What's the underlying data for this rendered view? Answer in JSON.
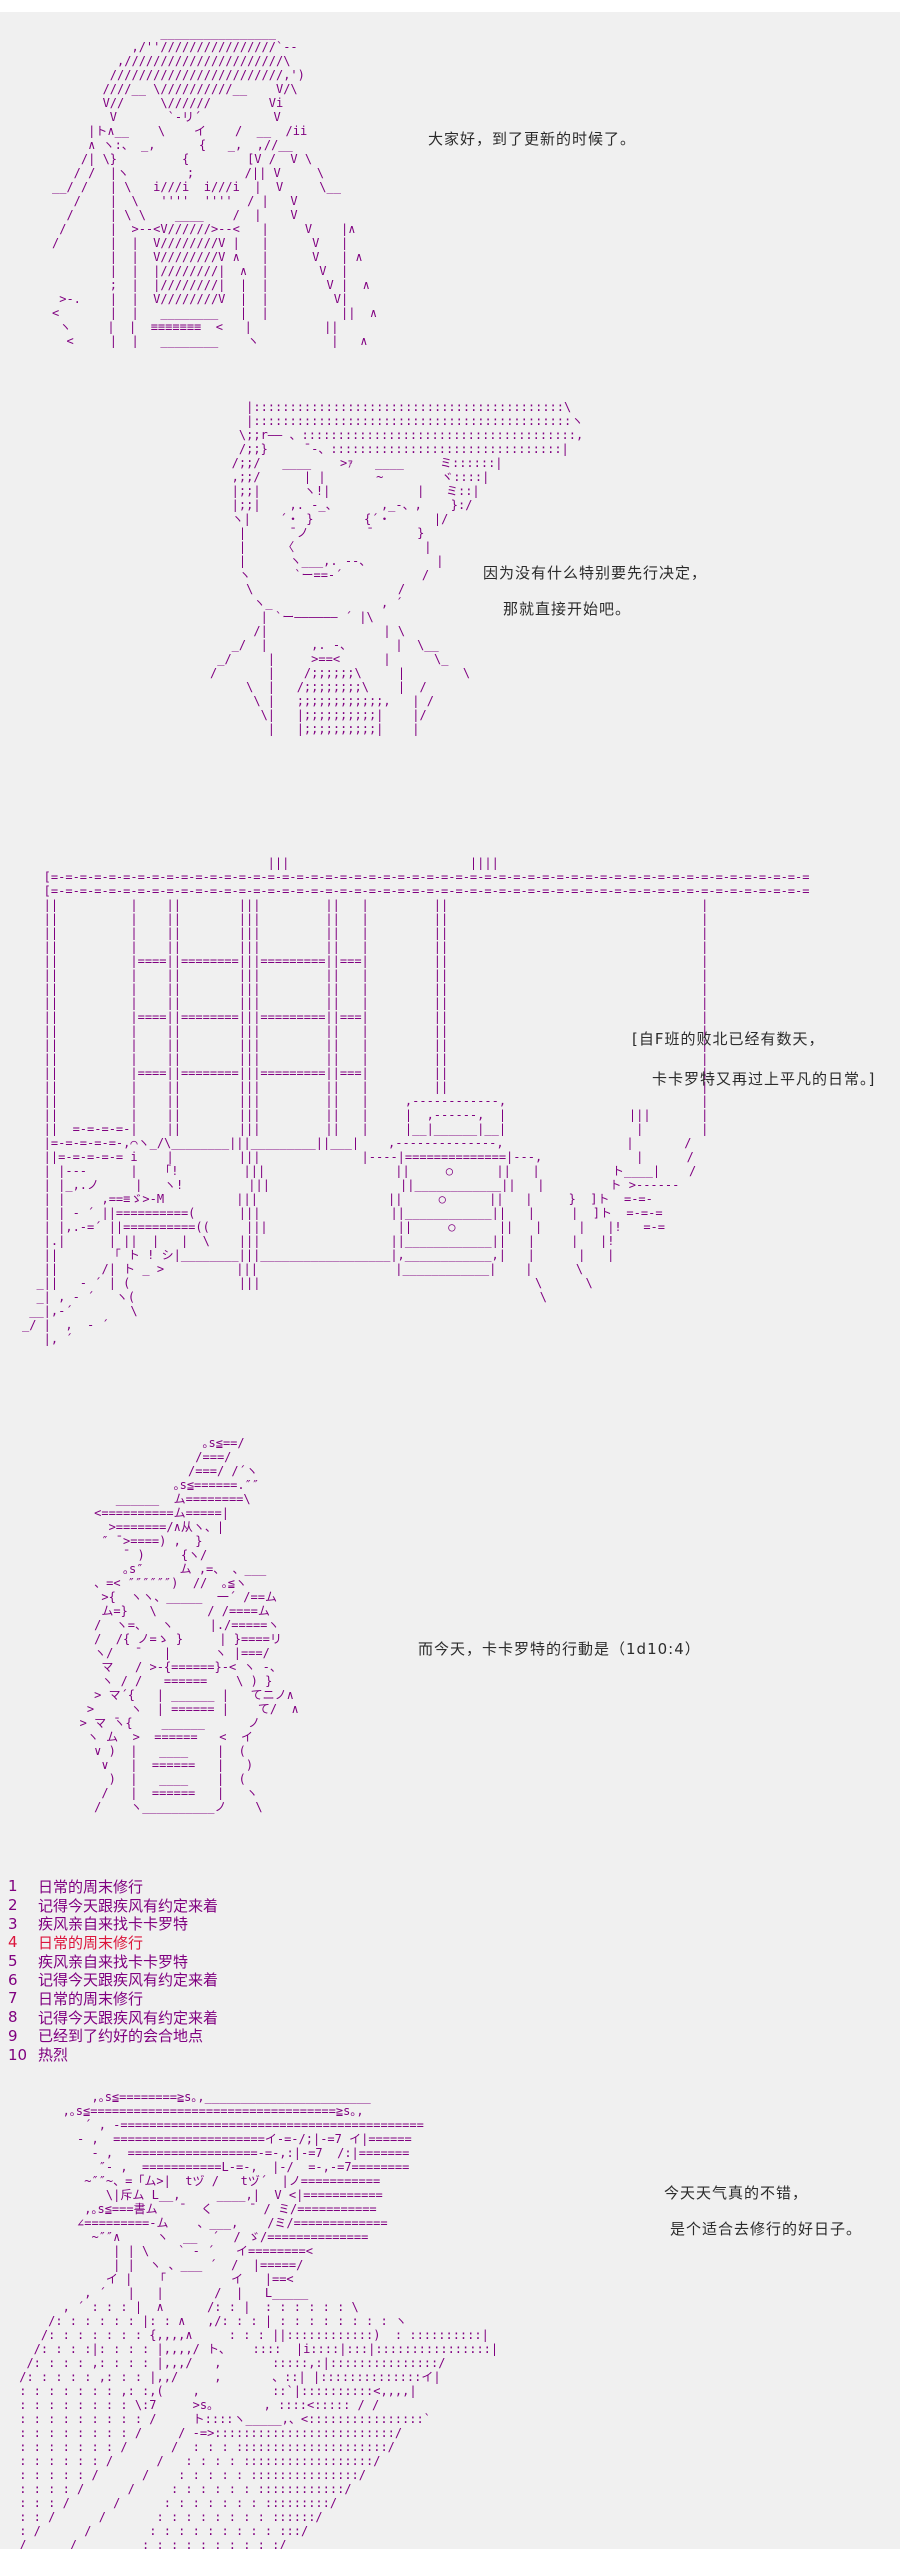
{
  "page": {
    "bg_color": "#f0f0f0",
    "top_strip_color": "#ffffff",
    "aa_color": "#800080",
    "dialogue_color": "#2b2b2b",
    "list_color": "#800080",
    "highlight_color": "#dc143c"
  },
  "dialogues": {
    "narrator_greeting": "大家好，到了更新的时候了。",
    "decision_line1": "因为没有什么特别要先行决定，",
    "decision_line2": "那就直接开始吧。",
    "narration_line1": "[自F班的败北已经有数天，",
    "narration_line2": "卡卡罗特又再过上平凡的日常。]",
    "dice_prompt": "而今天，卡卡罗特的行動是（1d10:4）",
    "weather_line1": "今天天气真的不错，",
    "weather_line2": "是个适合去修行的好日子。"
  },
  "dice_list": {
    "items": [
      {
        "num": "1",
        "label": "日常的周末修行",
        "highlight": false
      },
      {
        "num": "2",
        "label": "记得今天跟疾风有约定来着",
        "highlight": false
      },
      {
        "num": "3",
        "label": "疾风亲自来找卡卡罗特",
        "highlight": false
      },
      {
        "num": "4",
        "label": "日常的周末修行",
        "highlight": true
      },
      {
        "num": "5",
        "label": "疾风亲自来找卡卡罗特",
        "highlight": false
      },
      {
        "num": "6",
        "label": "记得今天跟疾风有约定来着",
        "highlight": false
      },
      {
        "num": "7",
        "label": "日常的周末修行",
        "highlight": false
      },
      {
        "num": "8",
        "label": "记得今天跟疾风有约定来着",
        "highlight": false
      },
      {
        "num": "9",
        "label": "已经到了约好的会合地点",
        "highlight": false
      },
      {
        "num": "10",
        "label": "热烈",
        "highlight": false
      }
    ]
  },
  "ascii_art": {
    "figure1": "               ________________\n           ,/''////////////////`--\n         ,//////////////////////\\\n        ////////////////////////,')\n       ////__ \\//////////__    V/\\\n       V//     \\//////        Vi\n        V       `-リ´          V\n     |ト∧__    \\    イ    /  __  /ii\n     ∧ ヽ:、 _,      {   _,  ,//__\n    /| \\}         {        [V /  V \\\n   / /  |ヽ        ;       /|| V     \\\n__/ /   | \\   i///i  i///i  |  V     \\__\n   /    |  \\   ''''  ''''  / |   V\n  /     | \\ \\    ____    /  |    V\n /      |  >--<V//////>--<   |     V    |∧\n/       |  |  V////////V |   |      V   |\n        |  |  V////////V ∧   |      V   | ∧\n        |  |  |////////|  ∧  |       V  |\n        ;  |  |////////|  |  |        V |  ∧\n >-.    |  |  V////////V  |  |         V|\n<       |  |   ________   |  |          ||  ∧\n ヽ     |  |  ≡≡≡≡≡≡≡  <   |          ||\n  <     |  |   ________    ヽ          |   ∧",
    "figure2": "     |:::::::::::::::::::::::::::::::::::::::::::\\\n     |::::::::::::::::::::::::::::::::::::::::::::ヽ\n    \\;;r―― 、::::::::::::::::::::::::::::::::::::::,\n    /;;}     ̄ ‐、::::::::::::::::::::::::::::::::|\n   /;;/   ____    >ｧ   ____     ミ::::::|\n   ,;;/      | |       ~        ヾ::::|\n   |;;|      ヽ!|            |   ミ::|\n   |;;|    ,. -_、      ,_-、,    }:/\n   ヽ|    ´・ }       {´・      |/\n    |      ̄ ノ        ̄       }\n    |     〈                  |\n    |      ヽ___,. -‐、         |\n    ヽ      `ー==‐´           /\n     \\                    /\n      ヽ_               , ´\n       | `ー―――――― ´ |\\\n      /|                | \\\n   _/  |      ,. -、      |  \\__\n _/     |     >==<      |      \\_\n/       |    /;;;;;;\\     |        \\\n     \\  |   /;;;;;;;;\\    |  /\n      \\ |   ;;;;;;;;;;;;,   | /\n       \\|   |;;;;;;;;;;|    |/\n        |   |;;;;;;;;;;|    |",
    "room": "                                  |||                         ||||\n   [=-=-=-=-=-=-=-=-=-=-=-=-=-=-=-=-=-=-=-=-=-=-=-=-=-=-=-=-=-=-=-=-=-=-=-=-=-=-=-=-=-=-=-=-=-=-=-=-=-=-=-=-=\n   [=-=-=-=-=-=-=-=-=-=-=-=-=-=-=-=-=-=-=-=-=-=-=-=-=-=-=-=-=-=-=-=-=-=-=-=-=-=-=-=-=-=-=-=-=-=-=-=-=-=-=-=-=\n   ||          |    ||        |||         ||   |         ||                                   |\n   ||          |    ||        |||         ||   |         ||                                   |\n   ||          |    ||        |||         ||   |         ||                                   |\n   ||          |    ||        |||         ||   |         ||                                   |\n   ||          |====||========|||=========||===|         ||                                   |\n   ||          |    ||        |||         ||   |         ||                                   |\n   ||          |    ||        |||         ||   |         ||                                   |\n   ||          |    ||        |||         ||   |         ||                                   |\n   ||          |====||========|||=========||===|         ||                                   |\n   ||          |    ||        |||         ||   |         ||                                   |\n   ||          |    ||        |||         ||   |         ||                                   |\n   ||          |    ||        |||         ||   |         ||                                   |\n   ||          |====||========|||=========||===|         ||                                   |\n   ||          |    ||        |||         ||   |         ||                                   |\n   ||          |    ||        |||         ||   |     ,------------,                           |\n   ||          |    ||        |||         ||   |     |  ,------,  |                 |||       |\n   ||  =-=-=-=-|    ||        |||         ||   |     |__|______|__|                  |        |\n   |=-=-=-=-=-,⌒ヽ_/\\________|||_________||___|    ,--------------,                 |       /\n   ||=-=-=-=-= i    |         |||              |----|==============|---,             |      /\n   | |---      |   「!         |||                  ||     ○      ||   |          ト____|    /\n   | |_,.ノ     |   ヽ!         |||                  ||____________||   |         ト >------\n   | |     ,==≡ゞ>-M          |||                  ||     ○      ||   |     }  ]ト  =-=-\n   | | - ´ ||==========(      |||                  ||____________||   |     |  ]ト  =-=-=\n   | |,.-=´ ||==========((     |||                  ||     ○      ||   |     |   |!   =-=\n   |.|      | ||  |   |  \\    |||                  ||____________||   |     |   |!\n   ||       「 ト ! シ|________|||__________________|,____________,|   |      |   |\n   ||      /| ト _ >          |||                   |____________|    |      \\\n  _||   - ´ | (               |||                                      \\      \\\n  _| , - ´   ヽ(                                                        \\\n __|,-´        \\\n_/ |  ,  - ´\n   |, ´\n",
    "figure3": "                    ｡s≦==/\n                   /===/\n                  /===/ /´ヽ\n                ｡s≦======.″″\n        ______  ム========\\\n     <==========ム=====|\n       >=======/∧从ヽ、|\n      ″ ̄ >====) ,  }\n         ̄  )     {ヽ/\n         ｡s″     ム ,=、 、___\n     、=< ″″″″″″)  //  ｡≦ヽ\n      >{  ヽヽ、_____  一´ /==ム\n      ム=}   \\       / /====ム\n     /  ヽ=、  ヽ     |./=====ヽ\n     /  /{ ノ=ゝ }     | }====リ\n     ヽ/   ̄    |      ヽ |===/\n      マ   / >-{======}-< ヽ -、\n      ヽ / /   ======    \\ ) }\n     > マ´{   | ______ |   てニノ∧\n    >     ヽ  | ====== |    て/  ∧\n   > マ ̄ヽ{    ______      ノ\n    ヽ ム  >  ======   <  イ\n     ∨ )  |   ____    |  (\n      ∨   |  ======   |   )\n       )  |   ____    |  (\n      /   |  ======   |   ヽ\n     /    ヽ__________ノ    \\",
    "figure4": "           ,｡s≦========≧s｡,_______________________\n       ,｡s≦==================================≧s｡,\n          ´ , -==========================================\n         - ,  =====================イ-=-/;|-=7 イ|======\n           - ,  ==================-=-,:|-=7  /:|=======\n            ″- ,  ===========L-=-,  |-/  =-,-=7========\n          ~″″~、=「ム>|  tヅ /   tヅ´  |ノ===========\n             \\|斥ム L__,     ____,|  V <|===========\n          ,｡s≦===書ム   ̄   く     ̄  / ミ/===========\n         ∠=========-ム    、___,    /ミ/=============\n           ~″″∧     ヽ  __  ´  / ゞ/==============\n              | | \\    ` - ´   イ========<\n              | |  ヽ 、___ ´  /  |=====/\n             イ |   「         イ   |==<\n          , ´   |   |       /  |   L_____\n       , ´ : : : |  ∧      /: : |  : : : : : : \\\n     /: : : : : : |: : ∧   ,/: : : | : : : : : : : : ヽ\n    /: : : : : : : {,,,,∧     : : : ||::::::::::::)  : ::::::::::|\n   /: : : :|: : : : |,,,,/ ト、   ::::  |i::::|:::|::::::::::::::::|\n  /: : : : ,: : : : |,,,/   ,       :::::,:|:::::::::::::::/\n /: : : : : ,: : : |,,/     ,       、::| |::::::::::::::イ|\n : : : : : : : ,: :,(    ,          ::`|::::::::::<,,,,|\n : : : : : : : : \\:7     >s｡       , ::::<::::: / /\n : : : : : : : : : /     ト::::ヽ_____,、<::::::::::::::::`\n : : : : : : : : /     / -=>:::::::::::::::::::::::::/\n : : : : : : : /      /  : : : :::::::::::::::::::::/\n : : : : : : /      /   : : : : ::::::::::::::::::/\n : : : : : /      /    : : : : : :::::::::::::::/\n : : : : /      /     : : : : : : ::::::::::::/\n : : : /      /      : : : : : : : :::::::::/\n : : /      /       : : : : : : : : ::::::/\n : /      /        : : : : : : : : : :::/\n /      /         : : : : : : : : : :/"
  }
}
